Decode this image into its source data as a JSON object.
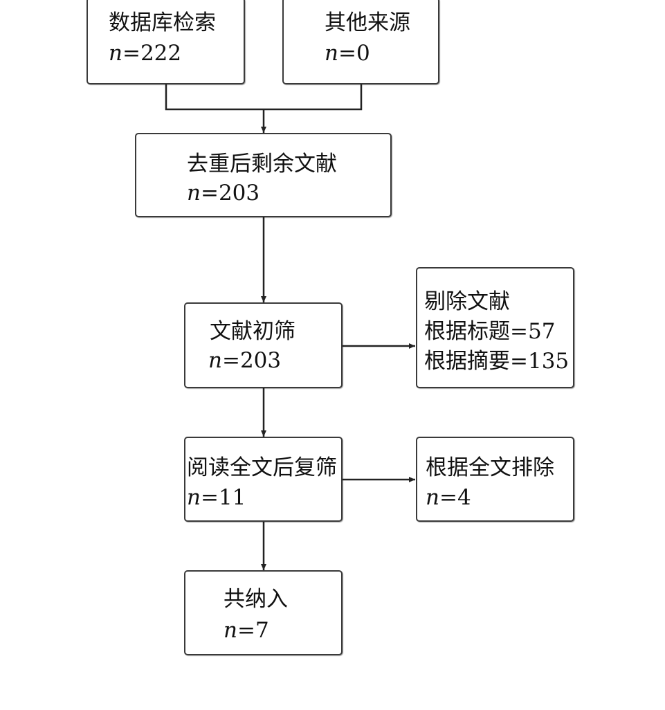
{
  "colors": {
    "stroke": "#3a3a3a",
    "text": "#111111",
    "background": "#ffffff"
  },
  "nodes": {
    "database": {
      "title": "数据库检索",
      "n_label": "n",
      "n_value": "=222"
    },
    "other": {
      "title": "其他来源",
      "n_label": "n",
      "n_value": "=0"
    },
    "dedup": {
      "title": "去重后剩余文献",
      "n_label": "n",
      "n_value": "=203"
    },
    "initial": {
      "title": "文献初筛",
      "n_label": "n",
      "n_value": "=203"
    },
    "excluded": {
      "title": "剔除文献",
      "by_title": "根据标题=57",
      "by_abstract": "根据摘要=135"
    },
    "fulltext": {
      "title": "阅读全文后复筛",
      "n_label": "n",
      "n_value": "=11"
    },
    "fulltext_excluded": {
      "title": "根据全文排除",
      "n_label": "n",
      "n_value": "=4"
    },
    "included": {
      "title": "共纳入",
      "n_label": "n",
      "n_value": "=7"
    }
  }
}
